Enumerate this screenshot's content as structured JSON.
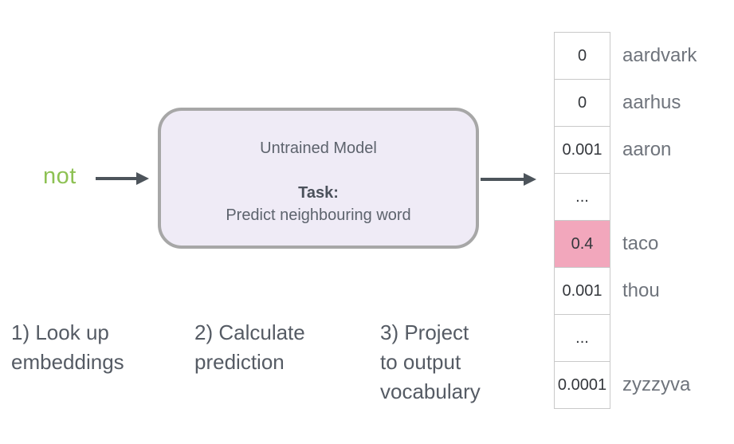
{
  "colors": {
    "highlight": "#f2a7bc",
    "green": "#8dc153",
    "arrow": "#4d545b",
    "box_fill": "#efebf6",
    "box_border": "#a7a7a7"
  },
  "input_word": "not",
  "model_box": {
    "title": "Untrained Model",
    "task_label": "Task:",
    "task_description": "Predict neighbouring word"
  },
  "output_vector": {
    "rows": [
      {
        "value": "0",
        "label": "aardvark",
        "highlighted": false
      },
      {
        "value": "0",
        "label": "aarhus",
        "highlighted": false
      },
      {
        "value": "0.001",
        "label": "aaron",
        "highlighted": false
      },
      {
        "value": "...",
        "label": "",
        "highlighted": false
      },
      {
        "value": "0.4",
        "label": "taco",
        "highlighted": true
      },
      {
        "value": "0.001",
        "label": "thou",
        "highlighted": false
      },
      {
        "value": "...",
        "label": "",
        "highlighted": false
      },
      {
        "value": "0.0001",
        "label": "zyzzyva",
        "highlighted": false
      }
    ]
  },
  "steps": [
    {
      "lines": [
        "1) Look up",
        "embeddings"
      ]
    },
    {
      "lines": [
        "2) Calculate",
        "prediction"
      ]
    },
    {
      "lines": [
        "3) Project",
        "to output",
        "vocabulary"
      ]
    }
  ]
}
